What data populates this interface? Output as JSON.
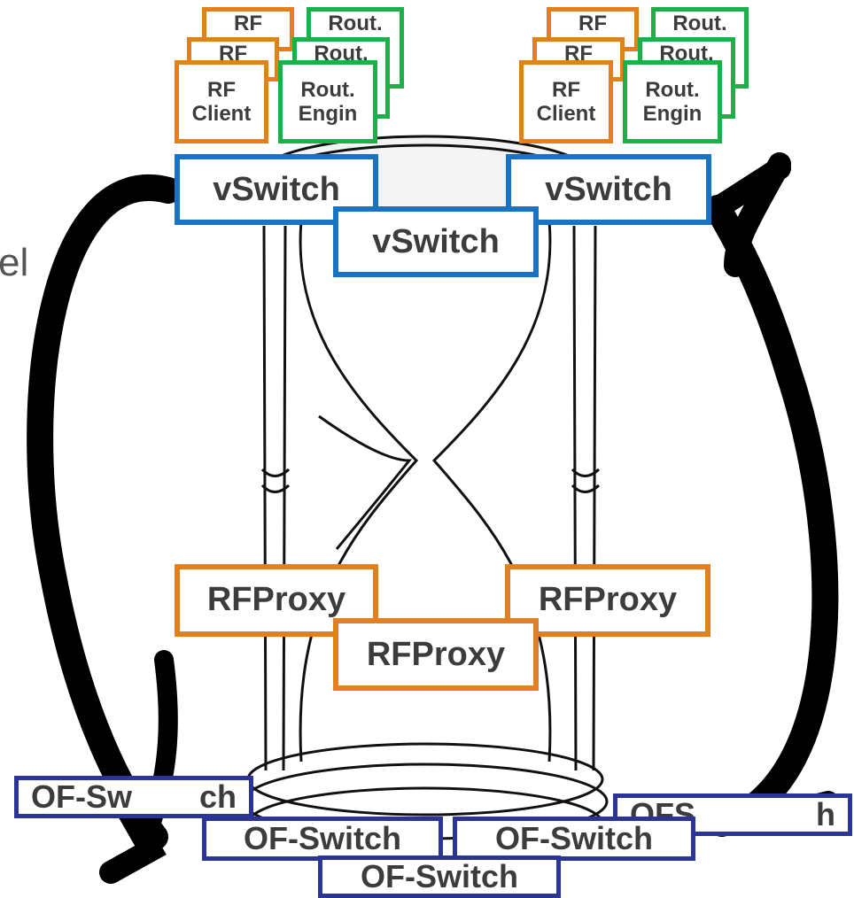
{
  "side_fragment": "el",
  "rf_client": "RF\nClient",
  "rf_client_partial": "RF",
  "routing_engine": "Rout.\nEngin",
  "routing_engine_partial": "Rout.",
  "vswitch": "vSwitch",
  "rfproxy": "RFProxy",
  "of_switch": "OF-Switch",
  "of_switch_obscured_left": "OF-Sw",
  "of_switch_obscured_left_tail": "ch",
  "of_switch_obscured_right": "OFS",
  "of_switch_obscured_right_tail": "h",
  "colors": {
    "rf_client_border": "#e0801f",
    "routing_engine_border": "#1db04a",
    "vswitch_border": "#1a72c4",
    "rfproxy_border": "#e0801f",
    "of_switch_border": "#2b3596",
    "arrow": "#000000"
  }
}
